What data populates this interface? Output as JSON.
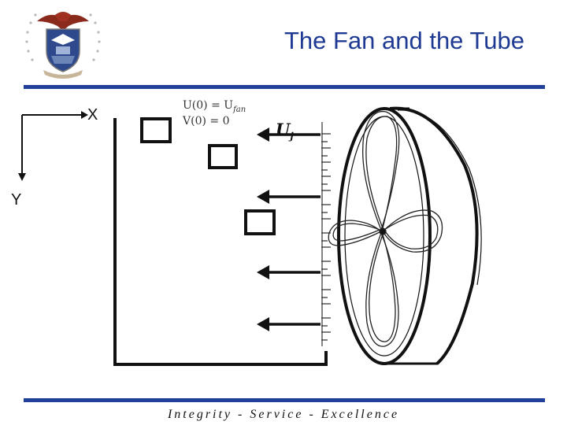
{
  "slide": {
    "title": "The Fan and the Tube",
    "footer": "Integrity - Service - Excellence"
  },
  "diagram": {
    "axis_x_label": "X",
    "axis_y_label": "Y",
    "eq_u": "U(0) = U",
    "eq_u_sub": "fan",
    "eq_v": "V(0) = 0",
    "flow_label": "U",
    "flow_label_sub": "j"
  },
  "colors": {
    "title": "#1f3a93",
    "rule": "#20409a",
    "ink": "#111111"
  },
  "icons": {
    "logo": "eagle-crest-logo"
  }
}
